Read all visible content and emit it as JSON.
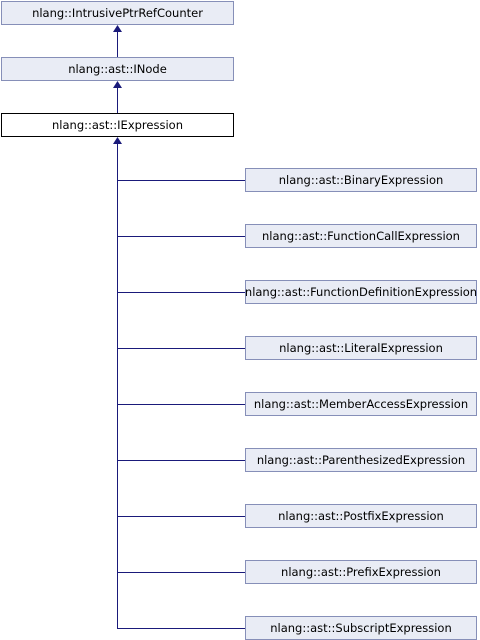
{
  "nodes": {
    "intrusive_ptr_ref_counter": "nlang::IntrusivePtrRefCounter",
    "inode": "nlang::ast::INode",
    "iexpression": "nlang::ast::IExpression",
    "binary_expression": "nlang::ast::BinaryExpression",
    "function_call_expression": "nlang::ast::FunctionCallExpression",
    "function_definition_expression": "nlang::ast::FunctionDefinitionExpression",
    "literal_expression": "nlang::ast::LiteralExpression",
    "member_access_expression": "nlang::ast::MemberAccessExpression",
    "parenthesized_expression": "nlang::ast::ParenthesizedExpression",
    "postfix_expression": "nlang::ast::PostfixExpression",
    "prefix_expression": "nlang::ast::PrefixExpression",
    "subscript_expression": "nlang::ast::SubscriptExpression"
  },
  "colors": {
    "node_fill": "#e9ecf5",
    "node_border": "#868fb8",
    "current_border": "#000000",
    "edge": "#1a1a7a"
  }
}
